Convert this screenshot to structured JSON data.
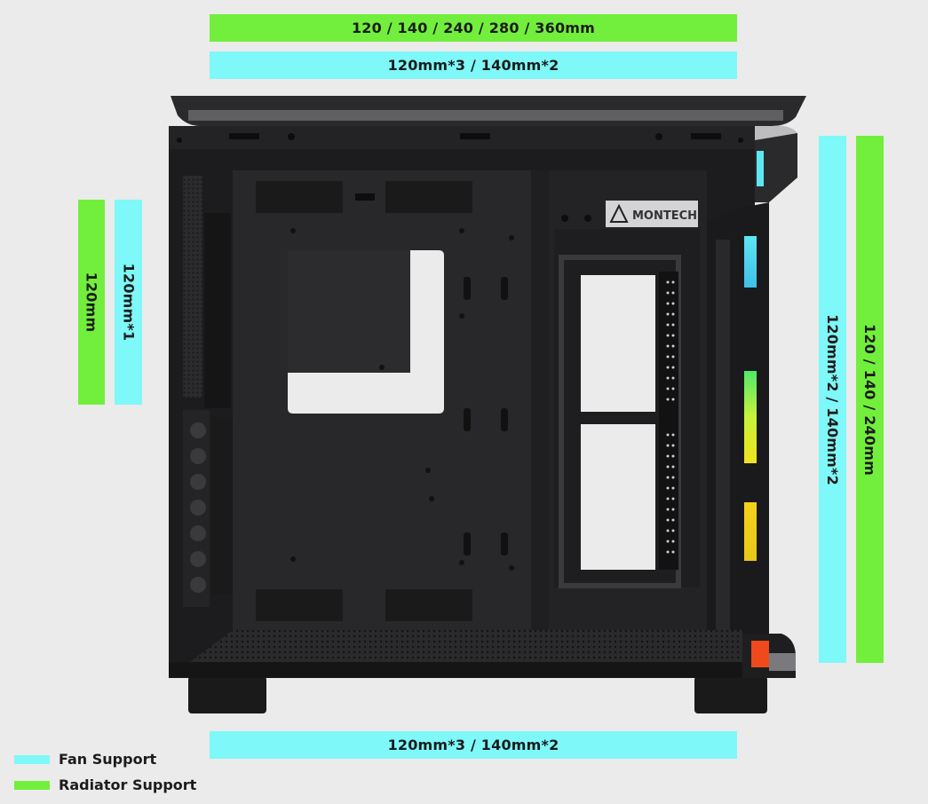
{
  "colors": {
    "background": "#ebebeb",
    "fan": "#7ef8f8",
    "radiator": "#72ef3c",
    "case_body": "#1c1c1e",
    "case_panel": "#262628"
  },
  "dimensions": {
    "top_radiator": "120 / 140 / 240 / 280 / 360mm",
    "top_fan": "120mm*3 / 140mm*2",
    "rear_radiator": "120mm",
    "rear_fan": "120mm*1",
    "side_fan": "120mm*2 / 140mm*2",
    "side_radiator": "120 / 140 / 240mm",
    "bottom_fan": "120mm*3 / 140mm*2"
  },
  "case": {
    "brand_logo": "MONTECH"
  },
  "legend": [
    {
      "label": "Fan Support",
      "color": "#7ef8f8"
    },
    {
      "label": "Radiator Support",
      "color": "#72ef3c"
    }
  ]
}
